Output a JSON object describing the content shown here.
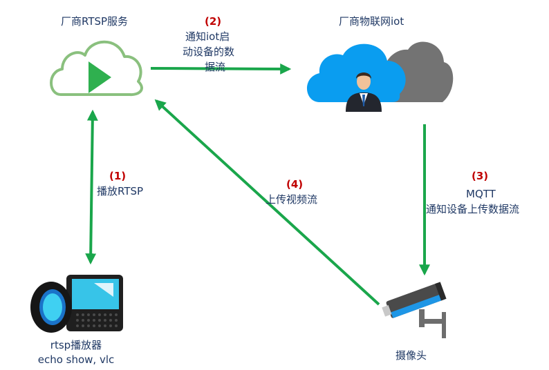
{
  "nodes": {
    "rtsp_service": {
      "label": "厂商RTSP服务"
    },
    "iot_platform": {
      "label": "厂商物联网iot"
    },
    "player": {
      "label": "rtsp播放器",
      "sublabel": "echo show, vlc"
    },
    "camera": {
      "label": "摄像头"
    }
  },
  "edges": {
    "e1": {
      "step": "(1)",
      "text": "播放RTSP"
    },
    "e2": {
      "step": "(2)",
      "lines": [
        "通知iot启",
        "动设备的数",
        "据流"
      ]
    },
    "e3": {
      "step": "(3)",
      "lines": [
        "MQTT",
        "通知设备上传数据流"
      ]
    },
    "e4": {
      "step": "(4)",
      "text": "上传视频流"
    }
  },
  "colors": {
    "arrow": "#1aa64b",
    "cloud_outline": "#8ac07e",
    "play": "#2fb04f",
    "cloud_blue": "#0a9df0",
    "cloud_gray": "#737373",
    "step": "#c00000",
    "text": "#1f3864"
  }
}
